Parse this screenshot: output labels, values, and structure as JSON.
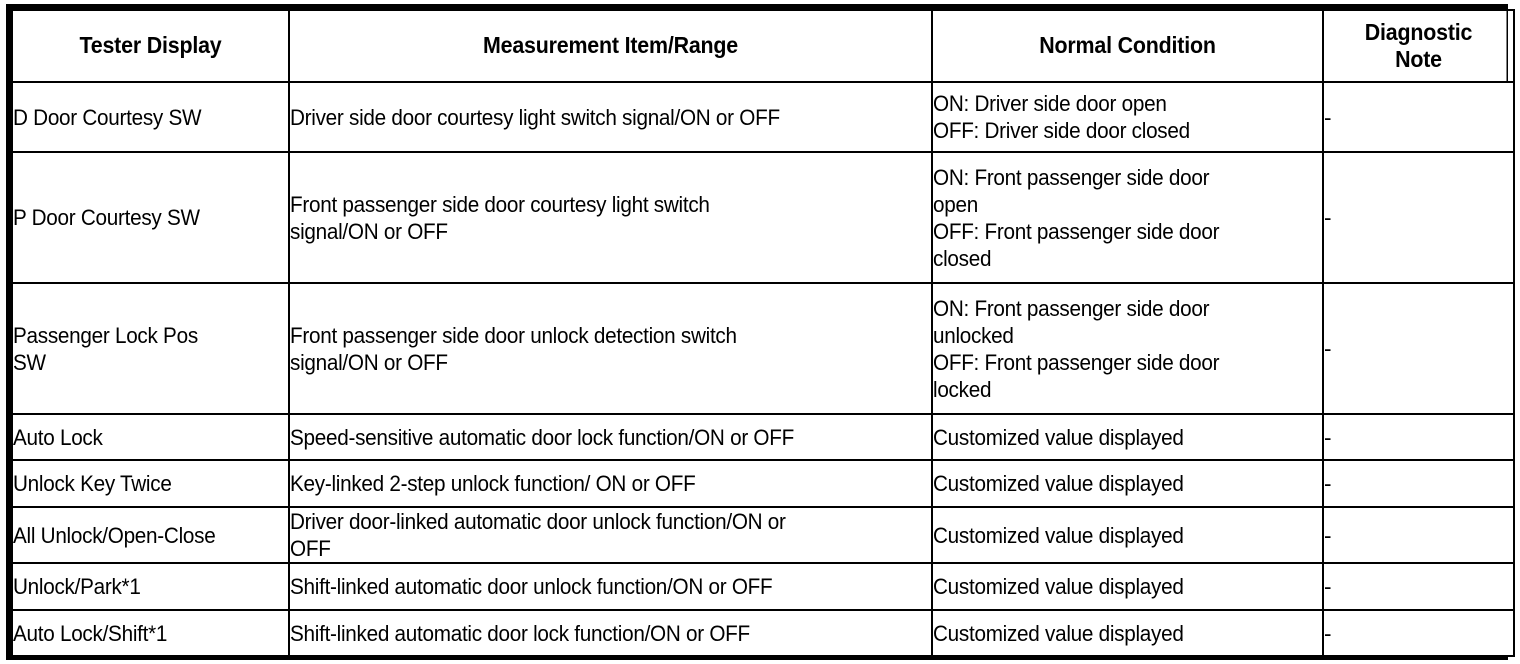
{
  "table": {
    "columns": [
      {
        "key": "tester_display",
        "label": "Tester Display"
      },
      {
        "key": "measurement_item_range",
        "label": "Measurement Item/Range"
      },
      {
        "key": "normal_condition",
        "label": "Normal Condition"
      },
      {
        "key": "diagnostic_note",
        "label": "Diagnostic\nNote"
      }
    ],
    "rows": [
      {
        "tester_display": "D Door Courtesy SW",
        "measurement_item_range": "Driver side door courtesy light switch signal/ON or OFF",
        "normal_condition": "ON: Driver side door open\nOFF: Driver side door closed",
        "diagnostic_note": "-"
      },
      {
        "tester_display": "P Door Courtesy SW",
        "measurement_item_range": "Front passenger side door courtesy light switch\nsignal/ON or OFF",
        "normal_condition": "ON: Front passenger side door\nopen\nOFF: Front passenger side door\nclosed",
        "diagnostic_note": "-"
      },
      {
        "tester_display": "Passenger Lock Pos\nSW",
        "measurement_item_range": "Front passenger side door unlock detection switch\nsignal/ON or OFF",
        "normal_condition": "ON: Front passenger side door\nunlocked\nOFF: Front passenger side door\nlocked",
        "diagnostic_note": "-"
      },
      {
        "tester_display": "Auto Lock",
        "measurement_item_range": "Speed-sensitive automatic door lock function/ON or OFF",
        "normal_condition": "Customized value displayed",
        "diagnostic_note": "-"
      },
      {
        "tester_display": "Unlock Key Twice",
        "measurement_item_range": "Key-linked 2-step unlock function/ ON or OFF",
        "normal_condition": "Customized value displayed",
        "diagnostic_note": "-"
      },
      {
        "tester_display": "All Unlock/Open-Close",
        "measurement_item_range": "Driver door-linked automatic door unlock function/ON or\nOFF",
        "normal_condition": "Customized value displayed",
        "diagnostic_note": "-"
      },
      {
        "tester_display": "Unlock/Park*1",
        "measurement_item_range": "Shift-linked automatic door unlock function/ON or OFF",
        "normal_condition": "Customized value displayed",
        "diagnostic_note": "-"
      },
      {
        "tester_display": "Auto Lock/Shift*1",
        "measurement_item_range": "Shift-linked automatic door lock function/ON or OFF",
        "normal_condition": "Customized value displayed",
        "diagnostic_note": "-"
      }
    ]
  },
  "style": {
    "border_color": "#000000",
    "text_color": "#000000",
    "background": "#ffffff"
  }
}
